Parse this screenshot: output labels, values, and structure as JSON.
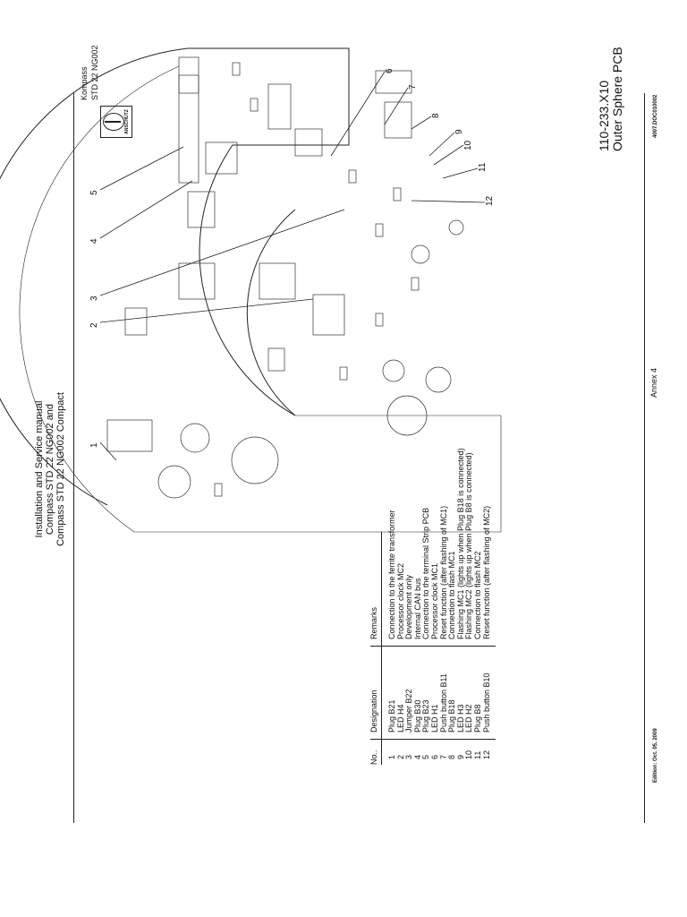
{
  "header": {
    "title_lines": [
      "Installation and Service manual",
      "Compass STD 22 NG002 and",
      "Compass STD 22 NG002 Compact"
    ],
    "logo_text": "ANSCHÜTZ",
    "company_lines": [
      "Kompass",
      "STD 22 NG002"
    ]
  },
  "pcb": {
    "code": "110-233.X10",
    "name": "Outer Sphere PCB",
    "callouts": [
      "1",
      "2",
      "3",
      "4",
      "5",
      "6",
      "7",
      "8",
      "9",
      "10",
      "11",
      "12"
    ]
  },
  "table": {
    "headers": {
      "no": "No..",
      "designation": "Designation",
      "remarks": "Remarks"
    },
    "rows": [
      {
        "no": "1",
        "designation": "Plug B21",
        "remarks": "Connection to the ferrite transformer"
      },
      {
        "no": "2",
        "designation": "LED H4",
        "remarks": "Processor clock MC2"
      },
      {
        "no": "3",
        "designation": "Jumper B22",
        "remarks": "Development only"
      },
      {
        "no": "4",
        "designation": "Plug B30",
        "remarks": "Internal CAN bus"
      },
      {
        "no": "5",
        "designation": "Plug B23",
        "remarks": "Connection to the terminal Strip PCB"
      },
      {
        "no": "6",
        "designation": "LED H1",
        "remarks": "Processor clock MC1"
      },
      {
        "no": "7",
        "designation": "Push button B11",
        "remarks": "Reset function (after flashing of MC1)"
      },
      {
        "no": "8",
        "designation": "Plug B18",
        "remarks": "Connection to flash MC1"
      },
      {
        "no": "9",
        "designation": "LED H3",
        "remarks": "Flashing MC1 (lights up when Plug B18 is connected)"
      },
      {
        "no": "10",
        "designation": "LED H2",
        "remarks": "Flashing MC2 (lights up when Plug B8 is connected)"
      },
      {
        "no": "11",
        "designation": "Plug B8",
        "remarks": "Connection to flash MC2"
      },
      {
        "no": "12",
        "designation": "Push button B10",
        "remarks": "Reset function (after flashing of MC2)"
      }
    ]
  },
  "footer": {
    "edition": "Edition: Oct. 05, 2009",
    "annex": "Annex 4",
    "doc_id": "4007.DOC010002"
  }
}
